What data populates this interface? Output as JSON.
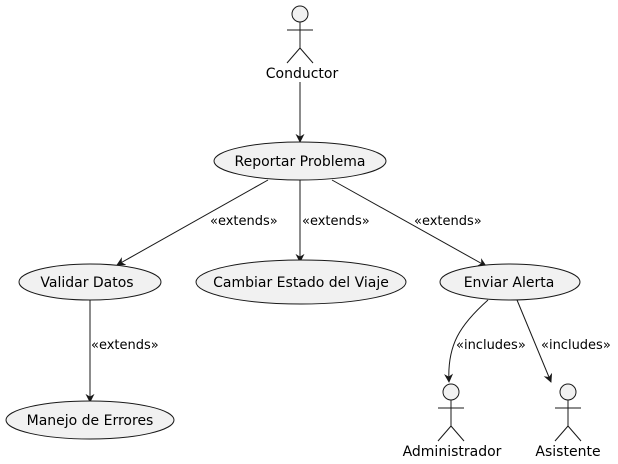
{
  "actors": {
    "conductor": "Conductor",
    "administrador": "Administrador",
    "asistente": "Asistente"
  },
  "use_cases": {
    "reportar_problema": "Reportar Problema",
    "validar_datos": "Validar Datos",
    "cambiar_estado": "Cambiar Estado del Viaje",
    "enviar_alerta": "Enviar Alerta",
    "manejo_errores": "Manejo de Errores"
  },
  "relations": {
    "extends_validar": "«extends»",
    "extends_cambiar": "«extends»",
    "extends_alerta": "«extends»",
    "extends_errores": "«extends»",
    "includes_admin": "«includes»",
    "includes_asistente": "«includes»"
  },
  "colors": {
    "node_fill": "#f1f1f1",
    "stroke": "#181818"
  }
}
